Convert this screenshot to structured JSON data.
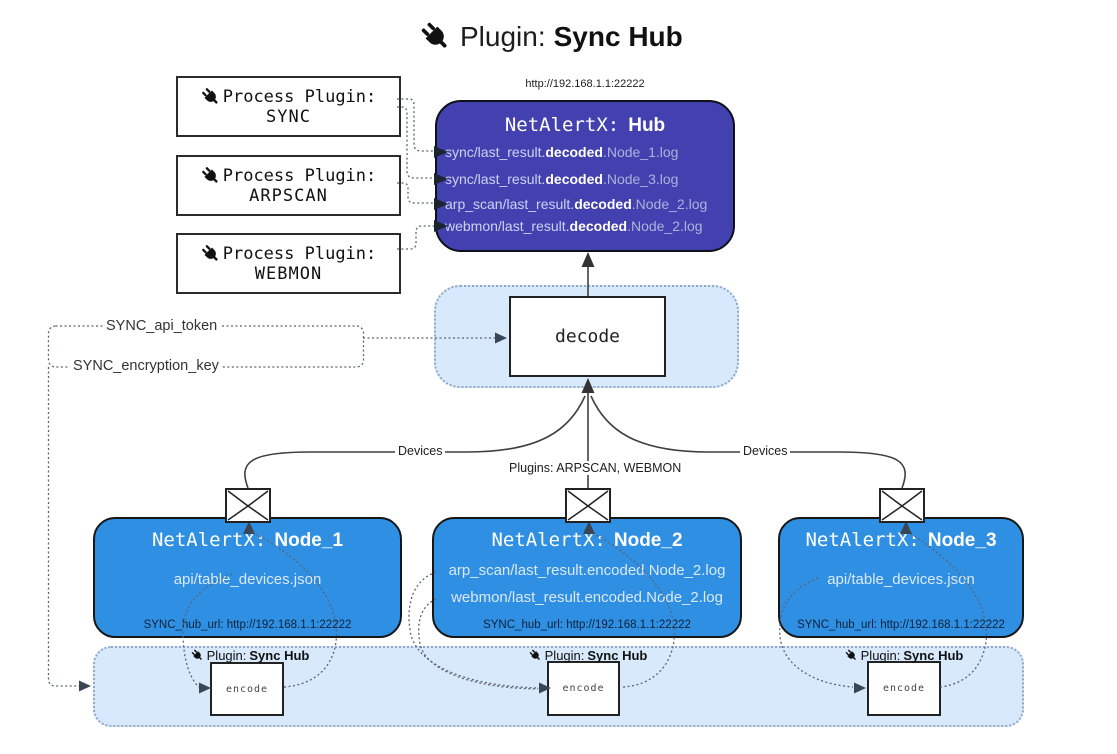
{
  "title": {
    "icon": "plug-icon",
    "prefix": "Plugin:",
    "name": "Sync Hub"
  },
  "process_plugins": [
    {
      "label": "Process Plugin:",
      "name": "SYNC"
    },
    {
      "label": "Process Plugin:",
      "name": "ARPSCAN"
    },
    {
      "label": "Process Plugin:",
      "name": "WEBMON"
    }
  ],
  "hub": {
    "url": "http://192.168.1.1:22222",
    "title_prefix": "NetAlertX:",
    "title_name": "Hub",
    "logs": [
      {
        "pre": "sync/last_result.",
        "bold": "decoded",
        "post": ".Node_1.log"
      },
      {
        "pre": "sync/last_result.",
        "bold": "decoded",
        "post": ".Node_3.log"
      },
      {
        "pre": "arp_scan/last_result.",
        "bold": "decoded",
        "post": ".Node_2.log"
      },
      {
        "pre": "webmon/last_result.",
        "bold": "decoded",
        "post": ".Node_2.log"
      }
    ]
  },
  "decode_box": {
    "label": "decode"
  },
  "config_labels": {
    "api_token": "SYNC_api_token",
    "encryption_key": "SYNC_encryption_key"
  },
  "edge_labels": {
    "devices_left": "Devices",
    "plugins_mid": "Plugins: ARPSCAN, WEBMON",
    "devices_right": "Devices"
  },
  "nodes": [
    {
      "title_prefix": "NetAlertX:",
      "title_name": "Node_1",
      "lines": [
        "api/table_devices.json"
      ],
      "hub_url": "SYNC_hub_url: http://192.168.1.1:22222"
    },
    {
      "title_prefix": "NetAlertX:",
      "title_name": "Node_2",
      "lines": [
        "arp_scan/last_result.encoded.Node_2.log",
        "webmon/last_result.encoded.Node_2.log"
      ],
      "hub_url": "SYNC_hub_url: http://192.168.1.1:22222"
    },
    {
      "title_prefix": "NetAlertX:",
      "title_name": "Node_3",
      "lines": [
        "api/table_devices.json"
      ],
      "hub_url": "SYNC_hub_url: http://192.168.1.1:22222"
    }
  ],
  "encoders": [
    {
      "plugin_prefix": "Plugin:",
      "plugin_name": "Sync Hub",
      "label": "encode"
    },
    {
      "plugin_prefix": "Plugin:",
      "plugin_name": "Sync Hub",
      "label": "encode"
    },
    {
      "plugin_prefix": "Plugin:",
      "plugin_name": "Sync Hub",
      "label": "encode"
    }
  ],
  "colors": {
    "hub_bg": "#4341b0",
    "node_bg": "#2e8fe3",
    "panel_bg": "#d8e9fb",
    "panel_border": "#8fa8c8",
    "solid_line": "#3f3f3f",
    "dotted_line": "#5a6472"
  }
}
